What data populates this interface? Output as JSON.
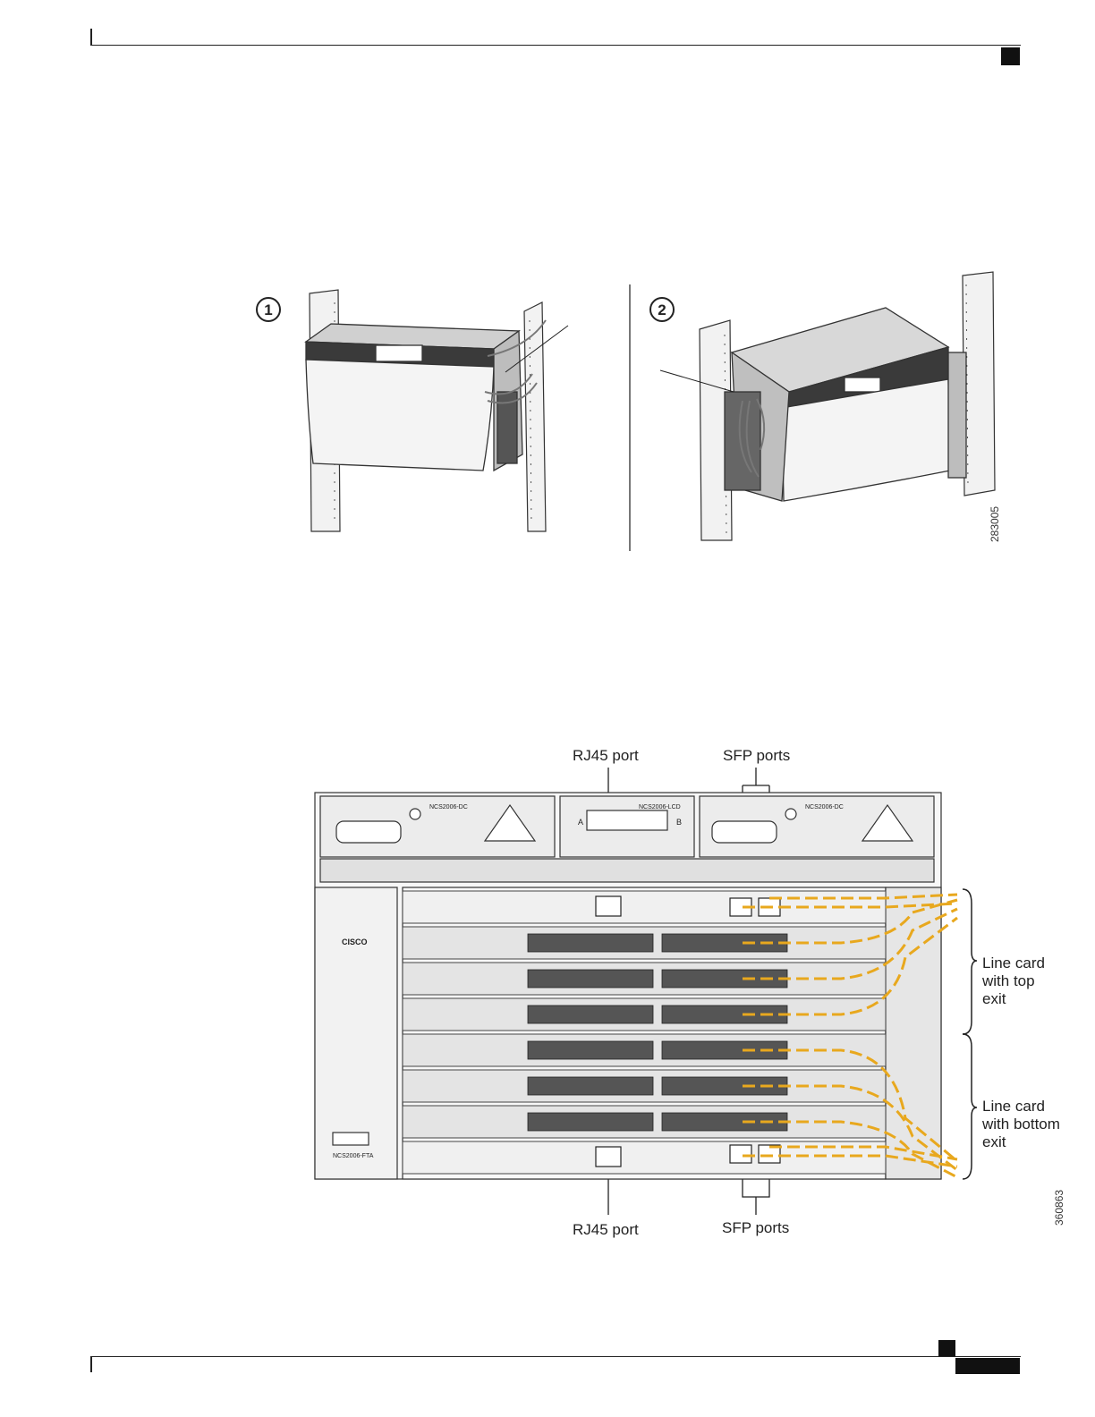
{
  "figure1": {
    "step_labels": [
      "1",
      "2"
    ],
    "figure_id": "283005"
  },
  "figure2": {
    "labels": {
      "rj45_top": "RJ45 port",
      "sfp_top": "SFP ports",
      "rj45_bottom": "RJ45 port",
      "sfp_bottom": "SFP ports",
      "line_card_top": [
        "Line card",
        "with top",
        "exit"
      ],
      "line_card_bottom": [
        "Line card",
        "with bottom",
        "exit"
      ]
    },
    "chassis_text": {
      "psu_left": "NCS2006-DC",
      "lcd": "NCS2006-LCD",
      "psu_right": "NCS2006-DC",
      "fan_tray": "NCS2006-FTA",
      "lcd_a": "A",
      "lcd_b": "B",
      "brand": "CISCO"
    },
    "figure_id": "360863"
  },
  "colors": {
    "fiber": "#E8A81E",
    "line": "#222222"
  }
}
